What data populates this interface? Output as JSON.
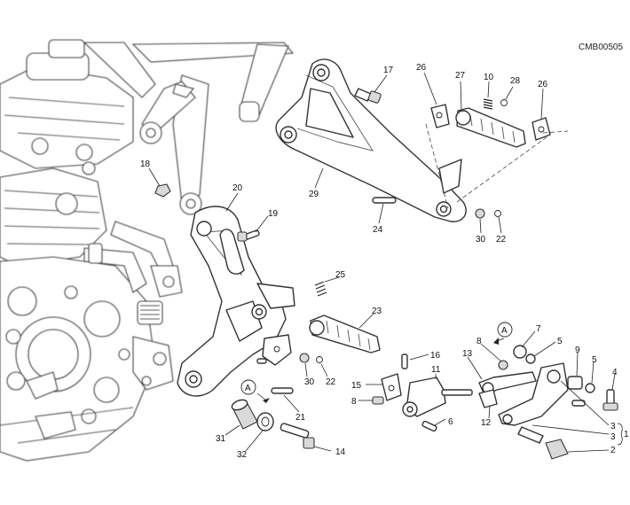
{
  "drawing_code": "CMB00505",
  "callouts": {
    "c1": "1",
    "c2": "2",
    "c3a": "3",
    "c3b": "3",
    "c4": "4",
    "c5a": "5",
    "c5b": "5",
    "c6": "6",
    "c7": "7",
    "c8a": "8",
    "c8b": "8",
    "c9": "9",
    "c10": "10",
    "c11": "11",
    "c12": "12",
    "c13": "13",
    "c14": "14",
    "c15": "15",
    "c16": "16",
    "c17": "17",
    "c18": "18",
    "c19": "19",
    "c20": "20",
    "c21": "21",
    "c22a": "22",
    "c22b": "22",
    "c23": "23",
    "c24": "24",
    "c25": "25",
    "c26a": "26",
    "c26b": "26",
    "c27": "27",
    "c28": "28",
    "c29": "29",
    "c30a": "30",
    "c30b": "30",
    "c31": "31",
    "c32": "32"
  },
  "reference_marks": {
    "a1": "A",
    "a2": "A"
  }
}
